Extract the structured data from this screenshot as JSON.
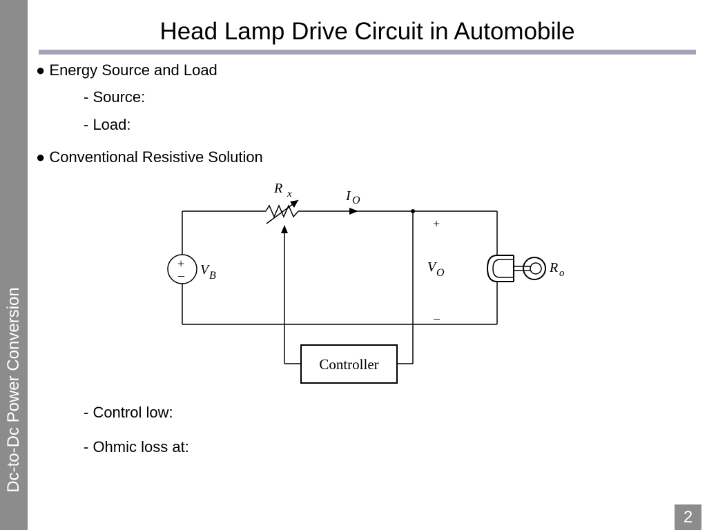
{
  "sidebar": {
    "label": "Dc-to-Dc Power Conversion"
  },
  "slide": {
    "title": "Head Lamp Drive Circuit in Automobile",
    "page_number": "2"
  },
  "content": {
    "bullet1": "● Energy Source and Load",
    "sub_source": "- Source:",
    "sub_load": "- Load:",
    "bullet2": "● Conventional Resistive Solution",
    "sub_control": "- Control low:",
    "sub_ohmic": "- Ohmic loss at:"
  },
  "circuit": {
    "rx_main": "R",
    "rx_sub": "x",
    "io_main": "I",
    "io_sub": "O",
    "vb_main": "V",
    "vb_sub": "B",
    "vo_main": "V",
    "vo_sub": "O",
    "ro_main": "R",
    "ro_sub": "o",
    "plus": "+",
    "minus": "–",
    "source_plus": "+",
    "source_minus": "–",
    "controller_label": "Controller"
  },
  "colors": {
    "sidebar": "#8c8c8c",
    "title_rule": "#a3a3b5"
  }
}
